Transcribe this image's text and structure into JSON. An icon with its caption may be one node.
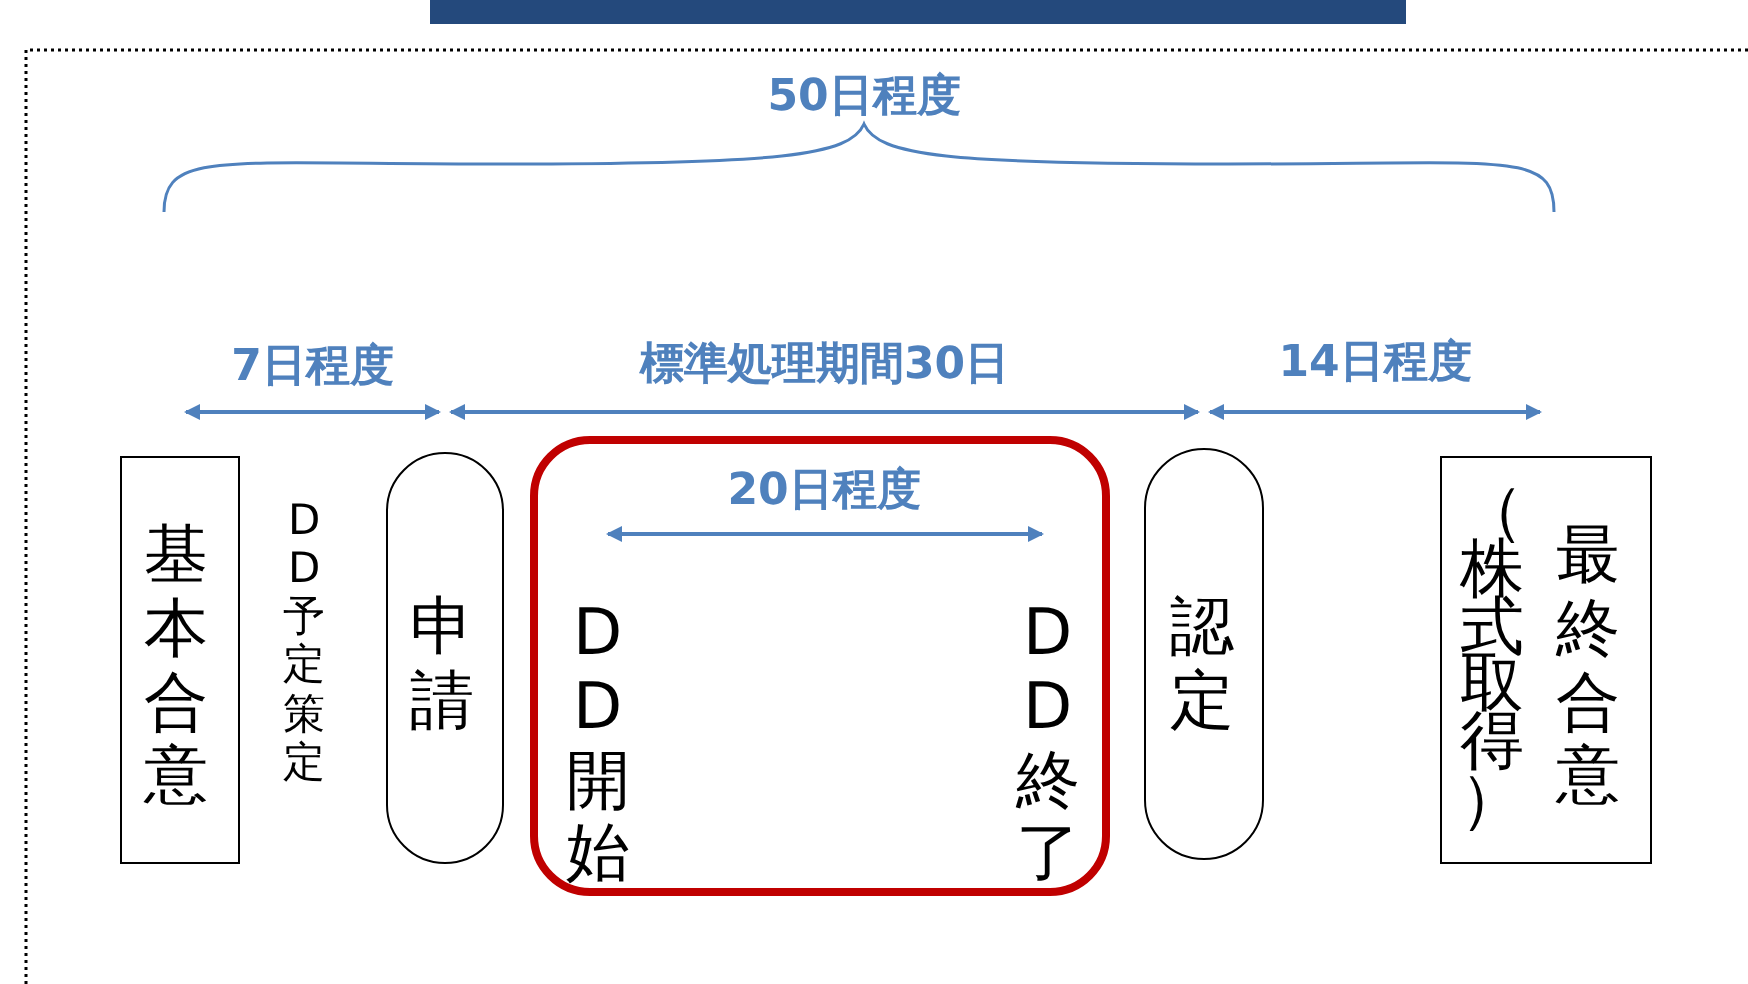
{
  "diagram": {
    "nodes": [
      {
        "text": [
          "基本合意"
        ]
      },
      {
        "text": [
          "申請"
        ]
      },
      {
        "text": [
          "DD開始",
          "DD終了"
        ]
      },
      {
        "text": [
          "認定"
        ]
      },
      {
        "text": [
          "（株式取得）",
          "最終合意"
        ]
      }
    ],
    "edges": [
      {
        "from": 0,
        "to": 1,
        "arrow": "both",
        "label": "7日程度"
      },
      {
        "from": 1,
        "to": 3,
        "arrow": "both",
        "label": "標準処理期間30日"
      },
      {
        "from": 3,
        "to": 4,
        "arrow": "both",
        "label": "14日程度"
      }
    ],
    "labels": [
      "50日程度",
      "20日程度",
      "DD予定策定"
    ]
  }
}
